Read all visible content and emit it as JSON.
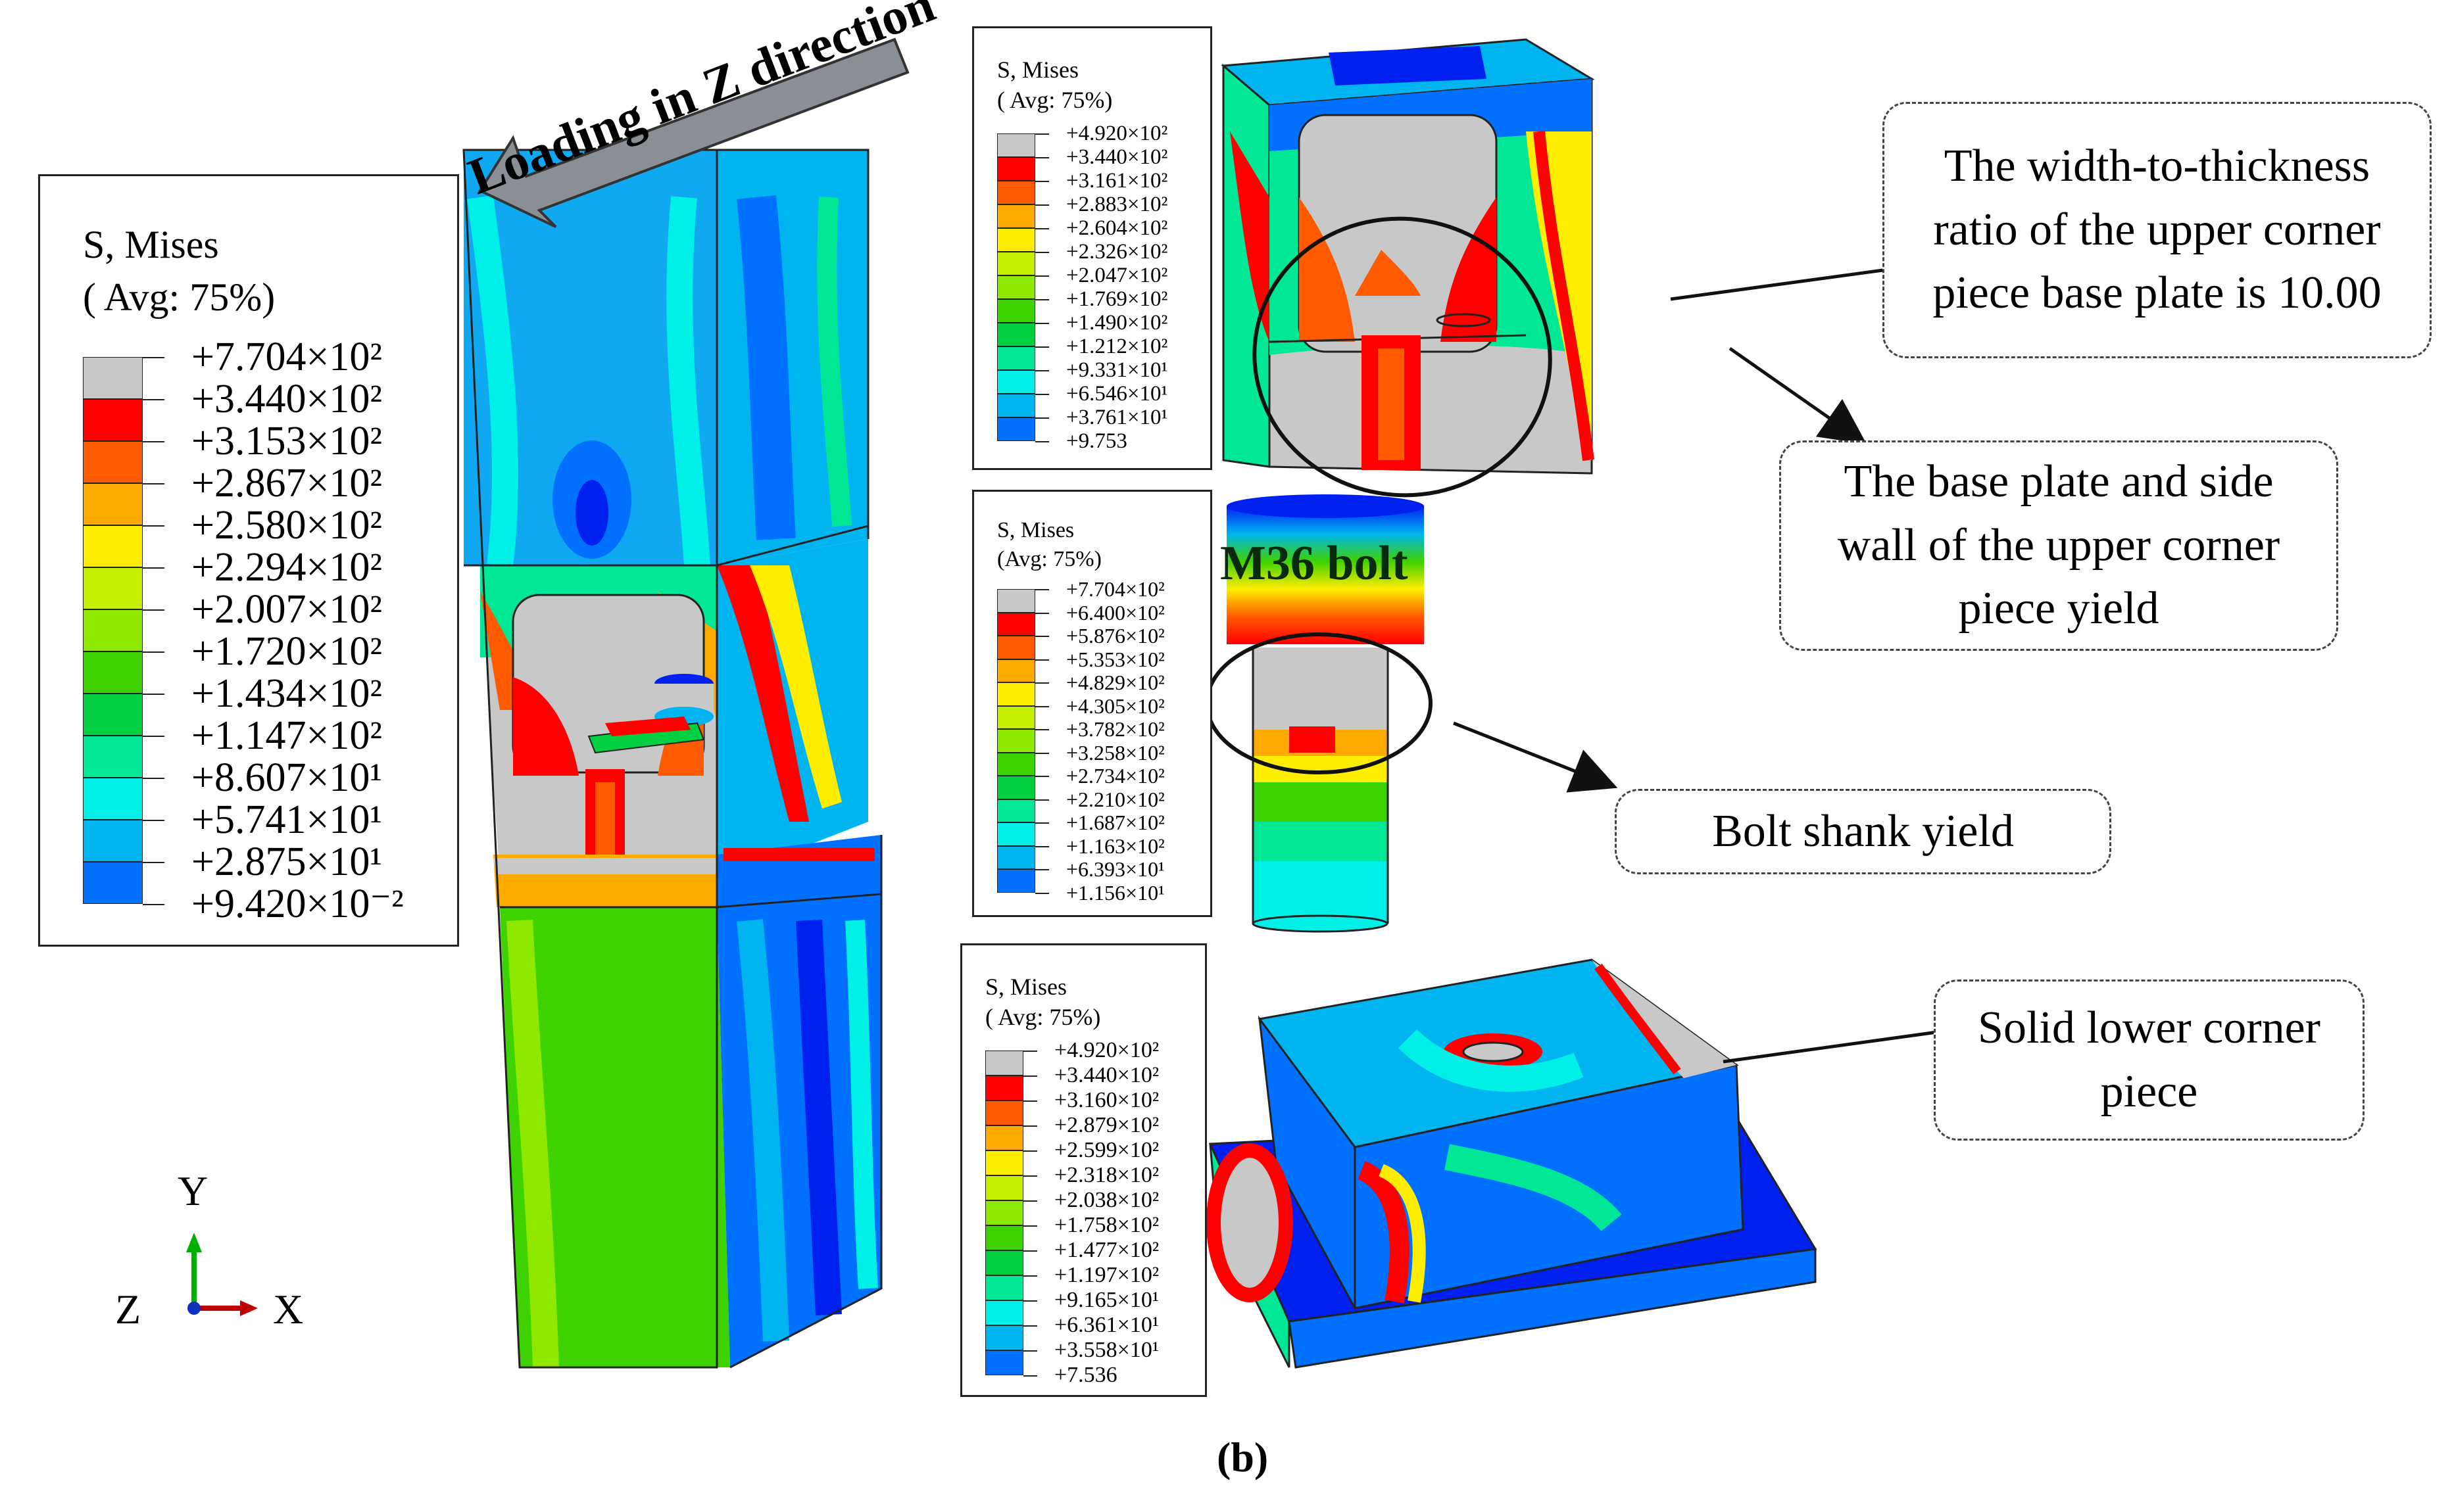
{
  "load_arrow_label": "Loading in Z direction",
  "bolt_label": "M36 bolt",
  "caption": "(b)",
  "axes": {
    "y": "Y",
    "z": "Z",
    "x": "X"
  },
  "colors": {
    "scale": [
      "#c8c8c8",
      "#ff0000",
      "#ff5a00",
      "#ffaa00",
      "#ffee00",
      "#c4f000",
      "#8ee800",
      "#3ed200",
      "#00d040",
      "#00e896",
      "#00f0e8",
      "#00b4f0",
      "#0070ff",
      "#0020f0"
    ]
  },
  "legends": {
    "main": {
      "title": "S, Mises",
      "subtitle": "( Avg: 75%)",
      "values": [
        "+7.704×10²",
        "+3.440×10²",
        "+3.153×10²",
        "+2.867×10²",
        "+2.580×10²",
        "+2.294×10²",
        "+2.007×10²",
        "+1.720×10²",
        "+1.434×10²",
        "+1.147×10²",
        "+8.607×10¹",
        "+5.741×10¹",
        "+2.875×10¹",
        "+9.420×10⁻²"
      ]
    },
    "upper": {
      "title": "S, Mises",
      "subtitle": "( Avg: 75%)",
      "values": [
        "+4.920×10²",
        "+3.440×10²",
        "+3.161×10²",
        "+2.883×10²",
        "+2.604×10²",
        "+2.326×10²",
        "+2.047×10²",
        "+1.769×10²",
        "+1.490×10²",
        "+1.212×10²",
        "+9.331×10¹",
        "+6.546×10¹",
        "+3.761×10¹",
        "+9.753"
      ]
    },
    "bolt": {
      "title": "S, Mises",
      "subtitle": "(Avg:  75%)",
      "values": [
        "+7.704×10²",
        "+6.400×10²",
        "+5.876×10²",
        "+5.353×10²",
        "+4.829×10²",
        "+4.305×10²",
        "+3.782×10²",
        "+3.258×10²",
        "+2.734×10²",
        "+2.210×10²",
        "+1.687×10²",
        "+1.163×10²",
        "+6.393×10¹",
        "+1.156×10¹"
      ]
    },
    "lower": {
      "title": "S, Mises",
      "subtitle": "( Avg: 75%)",
      "values": [
        "+4.920×10²",
        "+3.440×10²",
        "+3.160×10²",
        "+2.879×10²",
        "+2.599×10²",
        "+2.318×10²",
        "+2.038×10²",
        "+1.758×10²",
        "+1.477×10²",
        "+1.197×10²",
        "+9.165×10¹",
        "+6.361×10¹",
        "+3.558×10¹",
        "+7.536"
      ]
    }
  },
  "callouts": {
    "width_ratio": "The width-to-thickness\nratio of the upper corner\npiece base plate is 10.00",
    "yield": "The base plate and side\nwall of the upper corner\npiece yield",
    "bolt_shank": "Bolt shank yield",
    "solid_lower": "Solid lower corner\npiece"
  }
}
